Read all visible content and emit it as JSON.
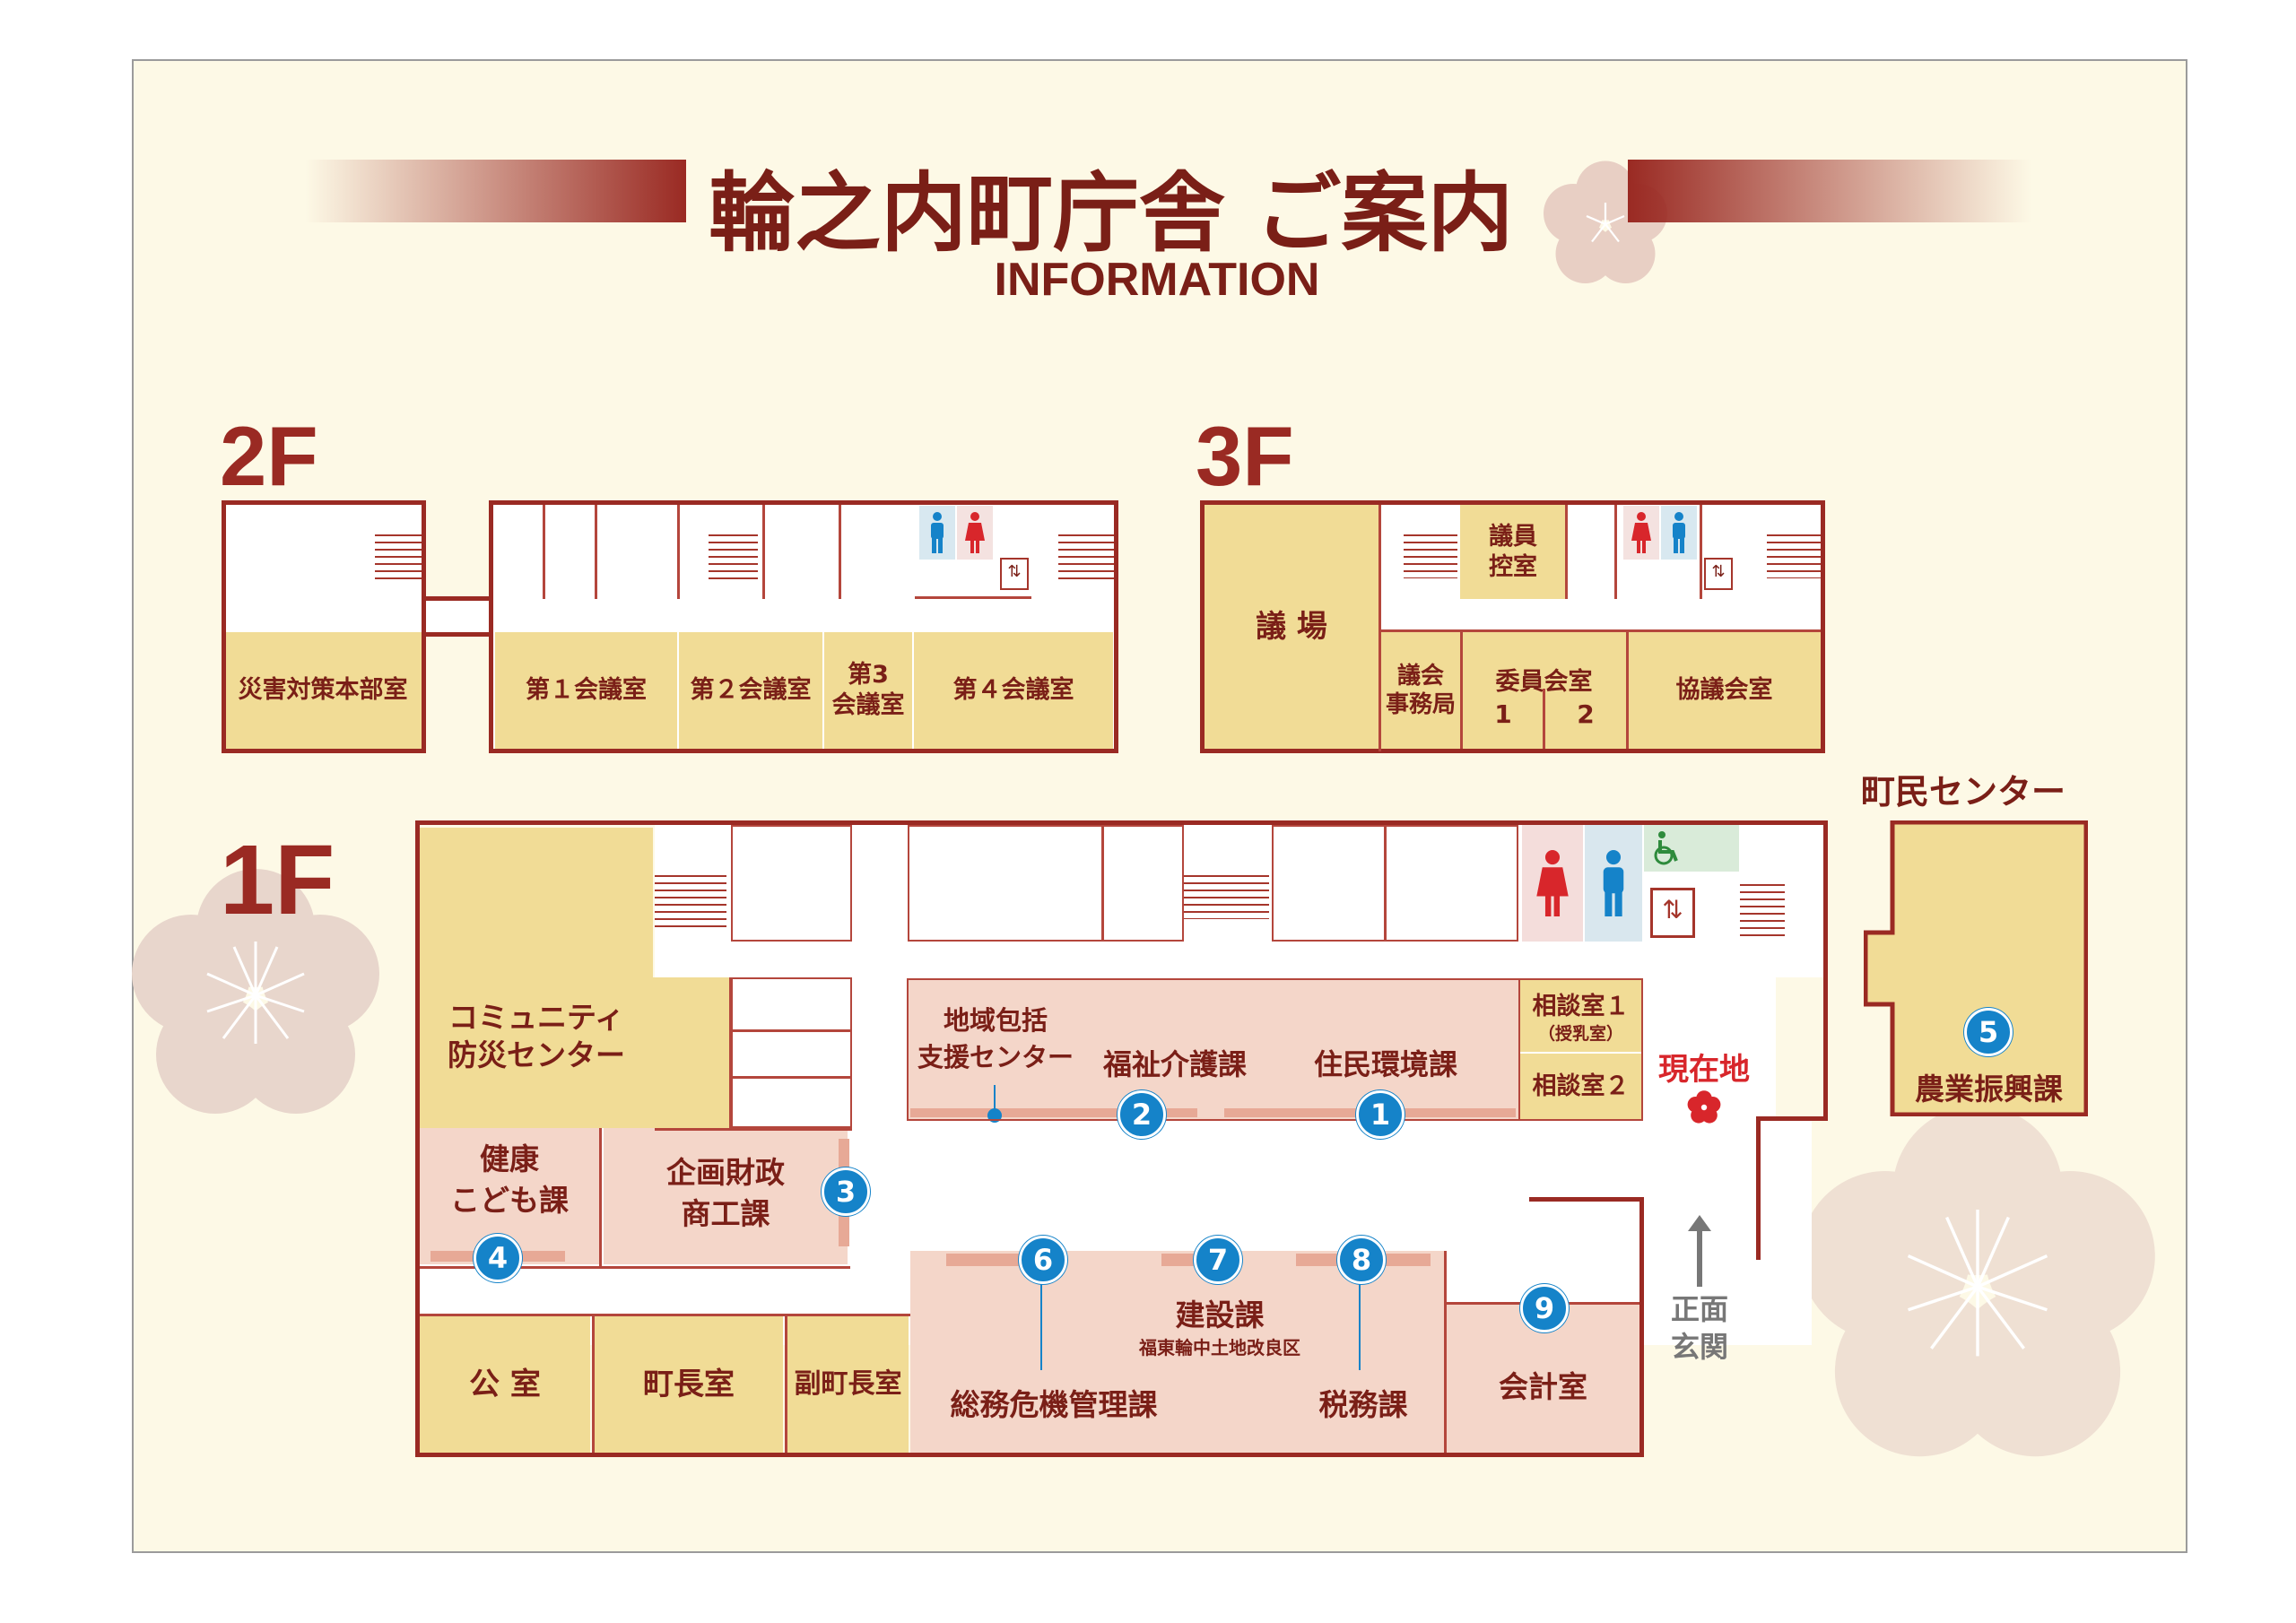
{
  "header": {
    "title": "輪之内町庁舎 ご案内",
    "subtitle": "INFORMATION"
  },
  "floors": {
    "f2": "2F",
    "f3": "3F",
    "f1": "1F"
  },
  "rooms_2f": {
    "disaster": "災害対策本部室",
    "conf1": "第１会議室",
    "conf2": "第２会議室",
    "conf3": "第3\n会議室",
    "conf4": "第４会議室"
  },
  "rooms_3f": {
    "assembly": "議 場",
    "waiting": "議員\n控室",
    "secretariat": "議会\n事務局",
    "committee": "委員会室",
    "committee1": "1",
    "committee2": "2",
    "council": "協議会室"
  },
  "rooms_1f": {
    "community": "コミュニティ\n防災センター",
    "health": "健康\nこども課",
    "planning": "企画財政\n商工課",
    "regional": "地域包括\n支援センター",
    "welfare": "福祉介護課",
    "residents": "住民環境課",
    "consult1": "相談室１",
    "nursing": "（授乳室）",
    "consult2": "相談室２",
    "here": "現在地",
    "public": "公 室",
    "mayor": "町長室",
    "vicemayor": "副町長室",
    "general": "総務危機管理課",
    "construction": "建設課",
    "land": "福東輪中土地改良区",
    "tax": "税務課",
    "accounting": "会計室",
    "entrance": "正面\n玄関",
    "center_label": "町民センター",
    "agriculture": "農業振興課"
  },
  "badges": [
    "1",
    "2",
    "3",
    "4",
    "5",
    "6",
    "7",
    "8",
    "9"
  ],
  "colors": {
    "accent": "#9a2a23",
    "room_tan": "#f1dc96",
    "room_pink": "#f4d6c9",
    "badge_blue": "#1583c9",
    "background": "#fdf9e6"
  },
  "icons": [
    "male-restroom-icon",
    "female-restroom-icon",
    "wheelchair-icon",
    "elevator-icon",
    "stairs-icon",
    "plum-blossom-icon",
    "current-location-icon",
    "up-arrow-icon"
  ]
}
